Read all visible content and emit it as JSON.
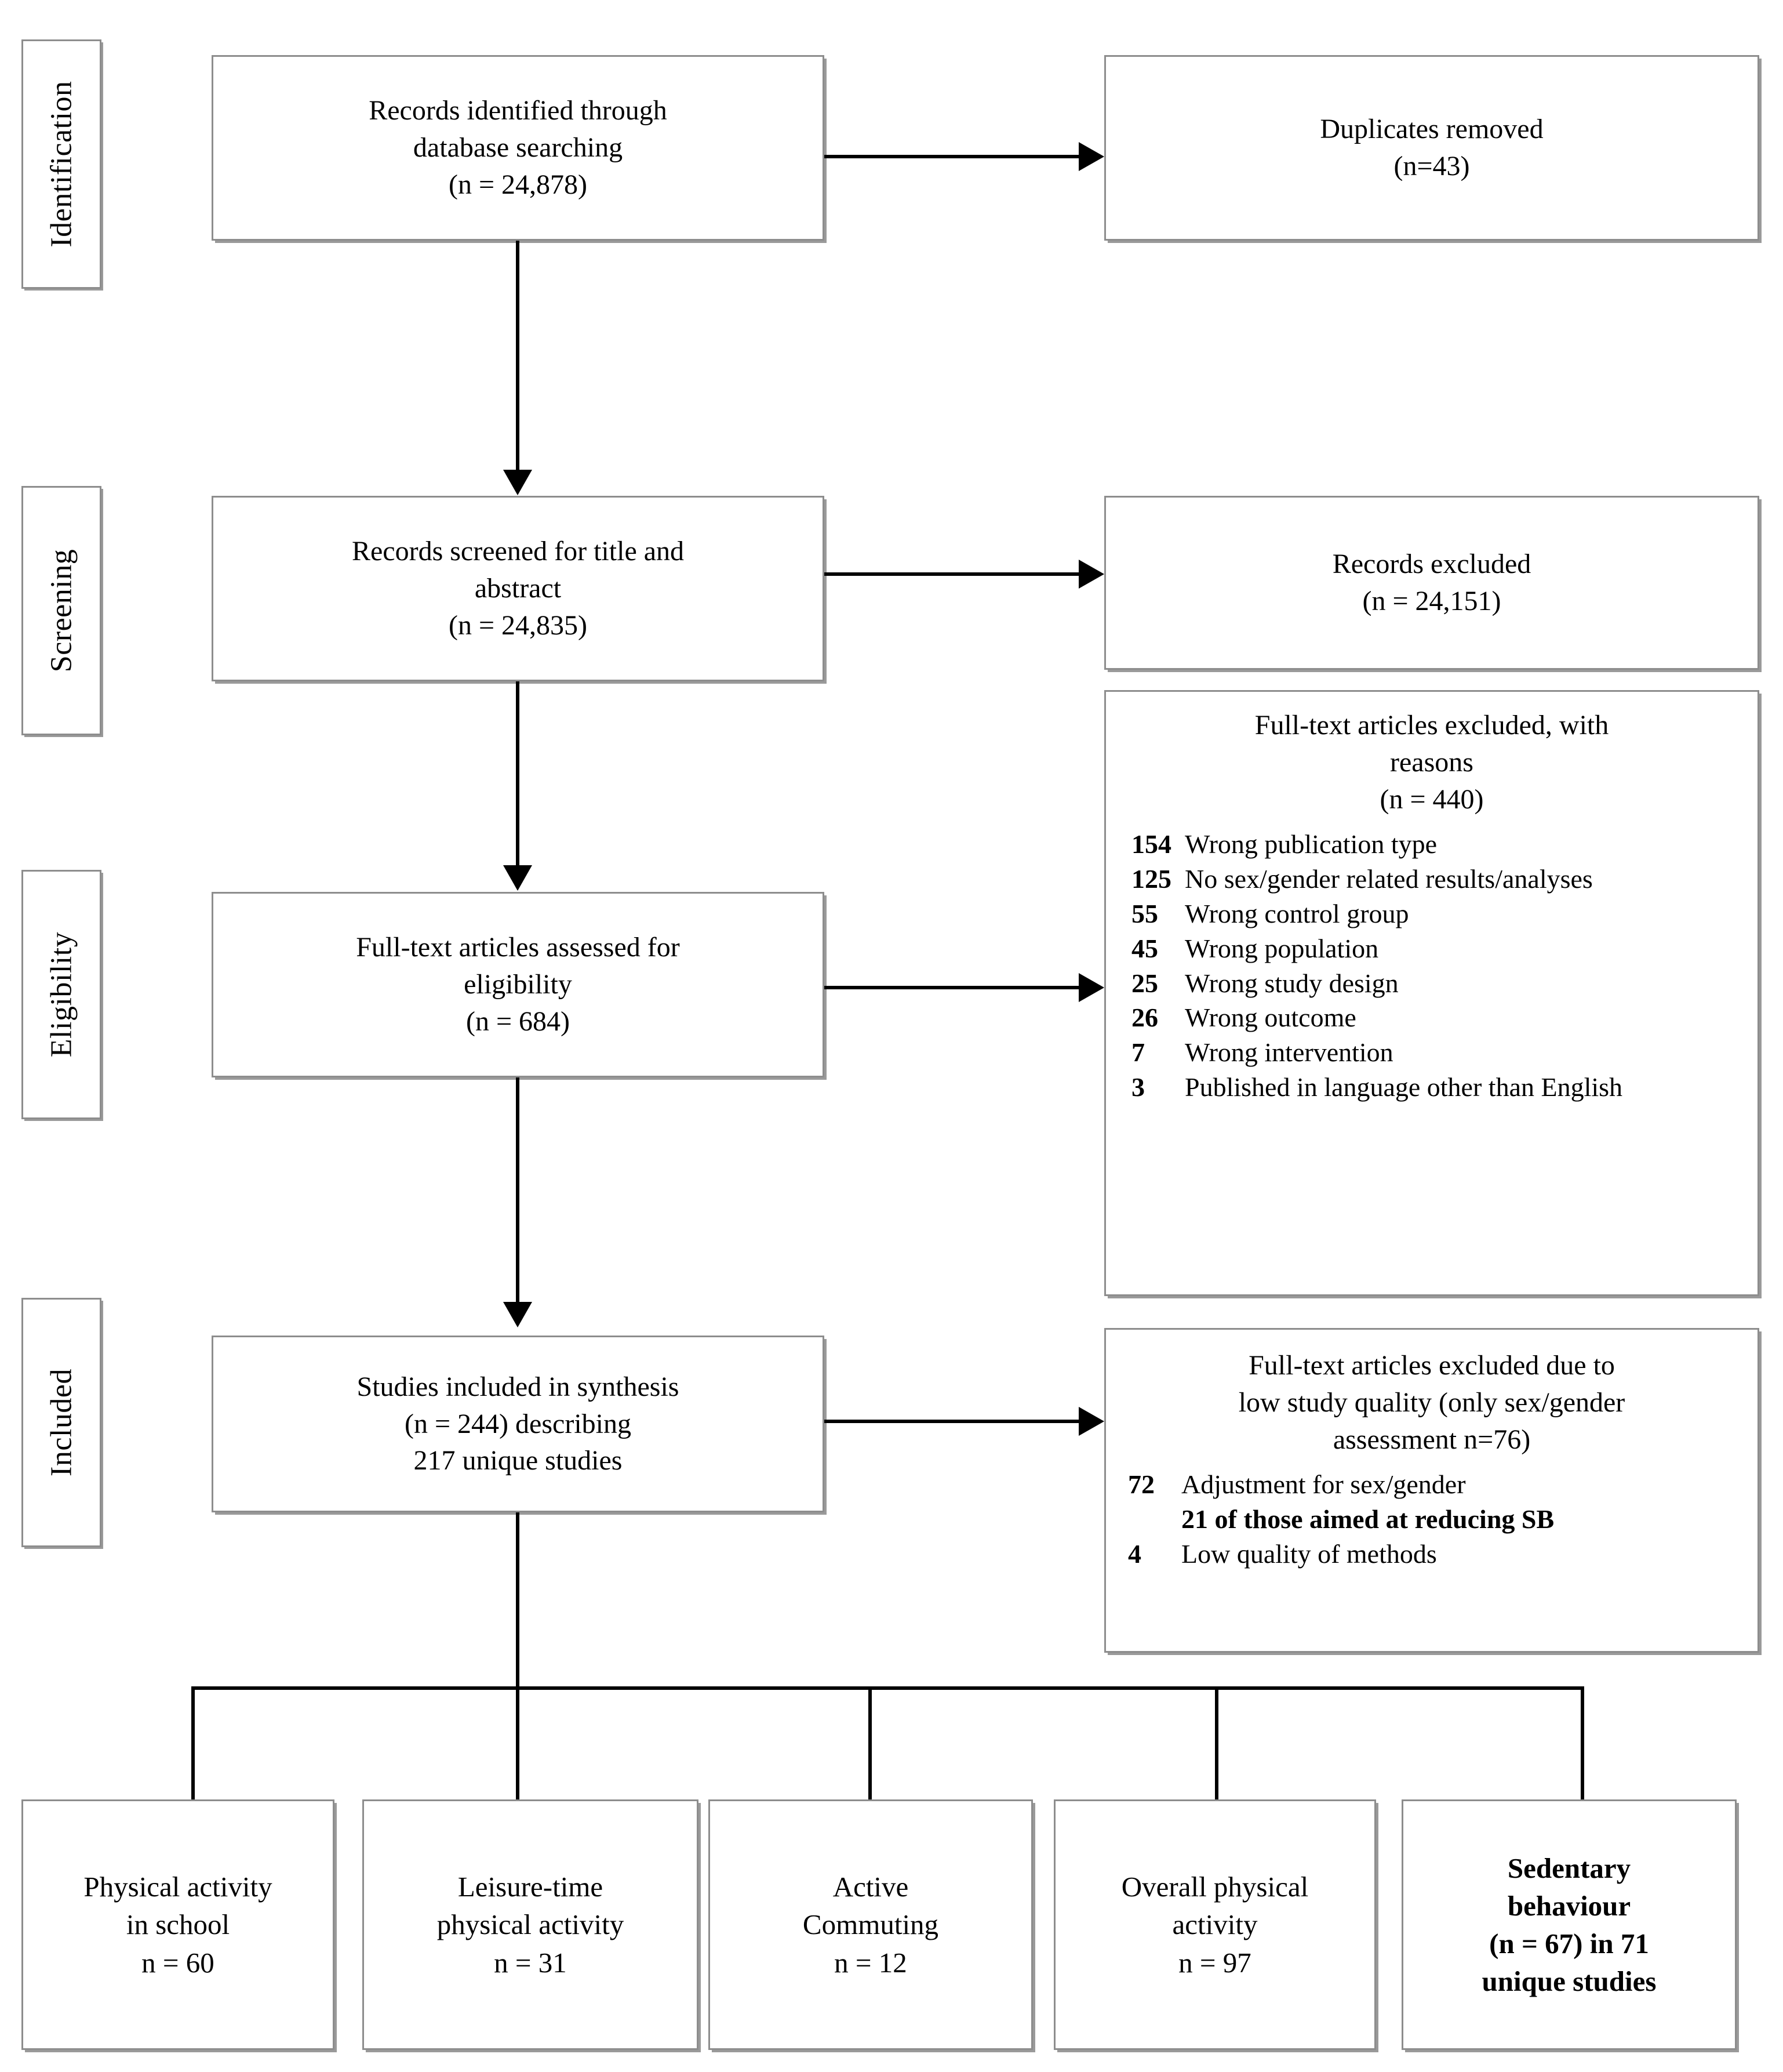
{
  "diagram": {
    "title": "PRISMA study selection flow diagram",
    "phases": [
      {
        "id": "identification",
        "label": "Identification"
      },
      {
        "id": "screening",
        "label": "Screening"
      },
      {
        "id": "eligibility",
        "label": "Eligibility"
      },
      {
        "id": "included",
        "label": "Included"
      }
    ],
    "boxes": {
      "records_identified": {
        "lines": [
          "Records identified through",
          "database searching",
          "(n = 24,878)"
        ]
      },
      "duplicates_removed": {
        "lines": [
          "Duplicates removed",
          "(n=43)"
        ]
      },
      "records_screened": {
        "lines": [
          "Records screened for title and",
          "abstract",
          "(n = 24,835)"
        ]
      },
      "records_excluded": {
        "lines": [
          "Records excluded",
          "(n = 24,151)"
        ]
      },
      "fulltext_assessed": {
        "lines": [
          "Full-text articles assessed for",
          "eligibility",
          "(n = 684)"
        ]
      },
      "fulltext_excluded_reasons": {
        "header_lines": [
          "Full-text articles excluded, with",
          "reasons",
          "(n = 440)"
        ],
        "reasons": [
          {
            "count": "154",
            "reason": "Wrong publication type"
          },
          {
            "count": "125",
            "reason": "No sex/gender related results/analyses"
          },
          {
            "count": "55",
            "reason": "Wrong control group"
          },
          {
            "count": "45",
            "reason": "Wrong population"
          },
          {
            "count": "25",
            "reason": "Wrong study design"
          },
          {
            "count": "26",
            "reason": "Wrong outcome"
          },
          {
            "count": "7",
            "reason": "Wrong intervention"
          },
          {
            "count": "3",
            "reason": "Published in language other than English"
          }
        ]
      },
      "studies_included": {
        "lines": [
          "Studies included in synthesis",
          "(n = 244) describing",
          "217 unique studies"
        ]
      },
      "fulltext_excluded_quality": {
        "header_lines": [
          "Full-text articles excluded due to",
          "low study quality (only sex/gender",
          "assessment n=76)"
        ],
        "reasons": [
          {
            "count": "72",
            "reason": "Adjustment for sex/gender",
            "subnote": "21 of those aimed at reducing SB"
          },
          {
            "count": "4",
            "reason": "Low quality of methods",
            "subnote": ""
          }
        ]
      }
    },
    "outcomes": [
      {
        "id": "physical-activity-in-school",
        "lines": [
          "Physical activity",
          "in school",
          "n = 60"
        ],
        "bold": false
      },
      {
        "id": "leisure-time-physical-activity",
        "lines": [
          "Leisure-time",
          "physical activity",
          "n = 31"
        ],
        "bold": false
      },
      {
        "id": "active-commuting",
        "lines": [
          "Active",
          "Commuting",
          "n = 12"
        ],
        "bold": false
      },
      {
        "id": "overall-physical-activity",
        "lines": [
          "Overall physical",
          "activity",
          "n = 97"
        ],
        "bold": false
      },
      {
        "id": "sedentary-behaviour",
        "lines": [
          "Sedentary",
          "behaviour",
          "(n = 67) in 71",
          "unique studies"
        ],
        "bold": true
      }
    ],
    "colors": {
      "box_border": "#8d8d8d",
      "box_shadow": "#9a9a9a",
      "connector": "#000000",
      "background": "#ffffff",
      "text": "#000000"
    }
  }
}
